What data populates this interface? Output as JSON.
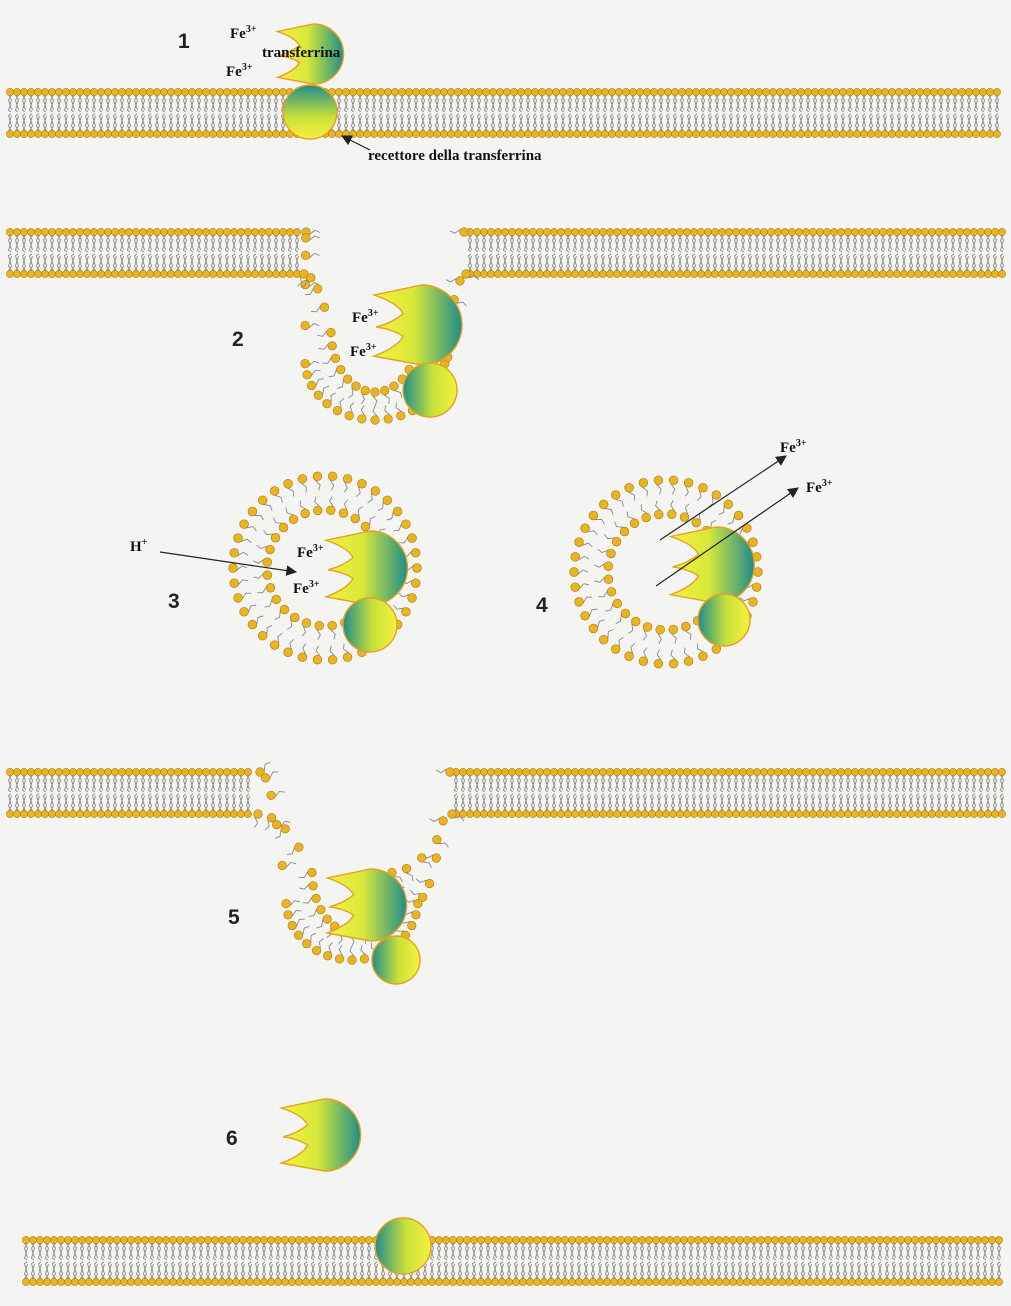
{
  "steps": {
    "s1": "1",
    "s2": "2",
    "s3": "3",
    "s4": "4",
    "s5": "5",
    "s6": "6"
  },
  "labels": {
    "transferrin": "transferrina",
    "receptor": "recettore della transferrina",
    "iron_base": "Fe",
    "iron_charge": "3+",
    "proton_base": "H",
    "proton_charge": "+"
  },
  "colors": {
    "background": "#f4f4f2",
    "lipid_head": "#e8b422",
    "lipid_head_stroke": "#b07a10",
    "lipid_tail": "#8a8a80",
    "protein_yellow": "#f2ef3a",
    "protein_teal": "#1e8c8a",
    "protein_outline": "#e8a020",
    "arrow": "#222222"
  },
  "icons": [
    "membrane-bilayer",
    "transferrin-protein",
    "transferrin-receptor",
    "endocytic-vesicle",
    "arrow"
  ]
}
